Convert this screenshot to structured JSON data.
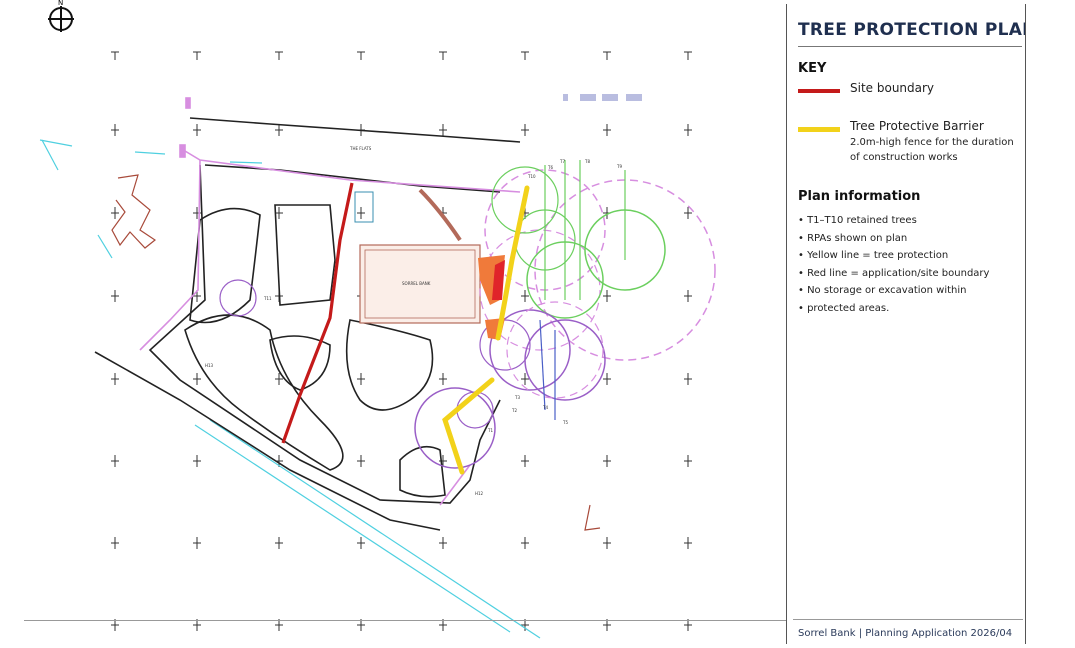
{
  "panel": {
    "title": "TREE PROTECTION PLAN",
    "key_heading": "KEY",
    "legend": [
      {
        "label": "Site boundary",
        "color": "#c41a1a"
      },
      {
        "label": "Tree Protective Barrier",
        "note": "2.0m-high fence for the duration of construction works",
        "color": "#f2d21a"
      }
    ],
    "info_heading": "Plan information",
    "info_items": [
      "T1–T10 retained trees",
      "RPAs shown on plan",
      "Yellow line = tree protection",
      "Red line = application/site boundary",
      "No storage or excavation within",
      "protected areas."
    ],
    "footer": "Sorrel Bank | Planning Application 2026/04"
  },
  "plan": {
    "north_label": "N",
    "road_label": "THE FLATS",
    "building_label": "SORREL BANK",
    "tree_labels": [
      "T1",
      "T2",
      "T3",
      "T4",
      "T5",
      "T6",
      "T7",
      "T8",
      "T9",
      "T10",
      "T11",
      "H12",
      "H13"
    ],
    "colors": {
      "boundary": "#c41a1a",
      "barrier": "#f2d21a",
      "rpa_green": "#6bcf5e",
      "rpa_purple": "#9a5fc7",
      "rpa_pink": "#d78ee0",
      "road_cyan": "#4fd0e0"
    }
  }
}
